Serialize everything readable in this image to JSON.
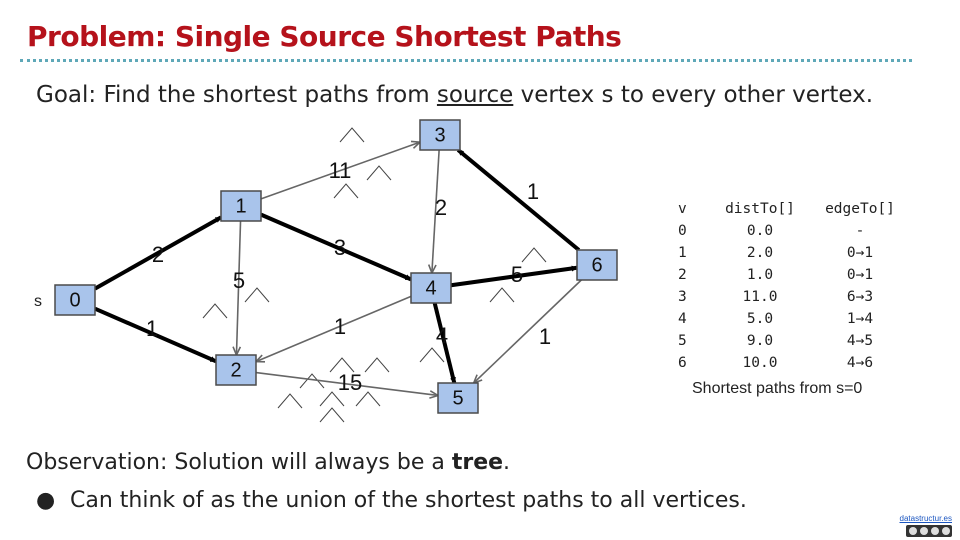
{
  "title": "Problem: Single Source Shortest Paths",
  "goal": {
    "before": "Goal: Find the shortest paths from ",
    "underlined": "source",
    "after": " vertex s to every other vertex."
  },
  "graph": {
    "source_label": "s",
    "vertices": [
      "0",
      "1",
      "2",
      "3",
      "4",
      "5",
      "6"
    ],
    "edges": [
      {
        "from": "0",
        "to": "1",
        "weight": "2",
        "bold": true
      },
      {
        "from": "0",
        "to": "2",
        "weight": "1",
        "bold": true
      },
      {
        "from": "1",
        "to": "3",
        "weight": "11",
        "bold": false
      },
      {
        "from": "1",
        "to": "2",
        "weight": "5",
        "bold": false
      },
      {
        "from": "1",
        "to": "4",
        "weight": "3",
        "bold": true
      },
      {
        "from": "3",
        "to": "4",
        "weight": "2",
        "bold": false
      },
      {
        "from": "4",
        "to": "2",
        "weight": "1",
        "bold": false
      },
      {
        "from": "4",
        "to": "6",
        "weight": "5",
        "bold": true
      },
      {
        "from": "4",
        "to": "5",
        "weight": "4",
        "bold": true
      },
      {
        "from": "6",
        "to": "3",
        "weight": "1",
        "bold": true
      },
      {
        "from": "6",
        "to": "5",
        "weight": "1",
        "bold": false
      },
      {
        "from": "2",
        "to": "5",
        "weight": "15",
        "bold": false
      }
    ],
    "colors": {
      "bold_edge": "#000000",
      "thin_edge": "#666666",
      "node_fill": "#a9c4eb",
      "node_border": "#4a4a4a"
    }
  },
  "table": {
    "headers": [
      "v",
      "distTo[]",
      "edgeTo[]"
    ],
    "rows": [
      [
        "0",
        "0.0",
        "-"
      ],
      [
        "1",
        "2.0",
        "0→1"
      ],
      [
        "2",
        "1.0",
        "0→1"
      ],
      [
        "3",
        "11.0",
        "6→3"
      ],
      [
        "4",
        "5.0",
        "1→4"
      ],
      [
        "5",
        "9.0",
        "4→5"
      ],
      [
        "6",
        "10.0",
        "4→6"
      ]
    ],
    "caption": "Shortest paths from s=0"
  },
  "observation": {
    "before": "Observation: Solution will always be a ",
    "bold": "tree",
    "after": "."
  },
  "bullet": {
    "symbol": "●",
    "text": "Can think of as the union of the shortest paths to all vertices."
  },
  "footer": "datastructur.es",
  "colors": {
    "title": "#b5121b",
    "rule": "#5fa8b8"
  }
}
